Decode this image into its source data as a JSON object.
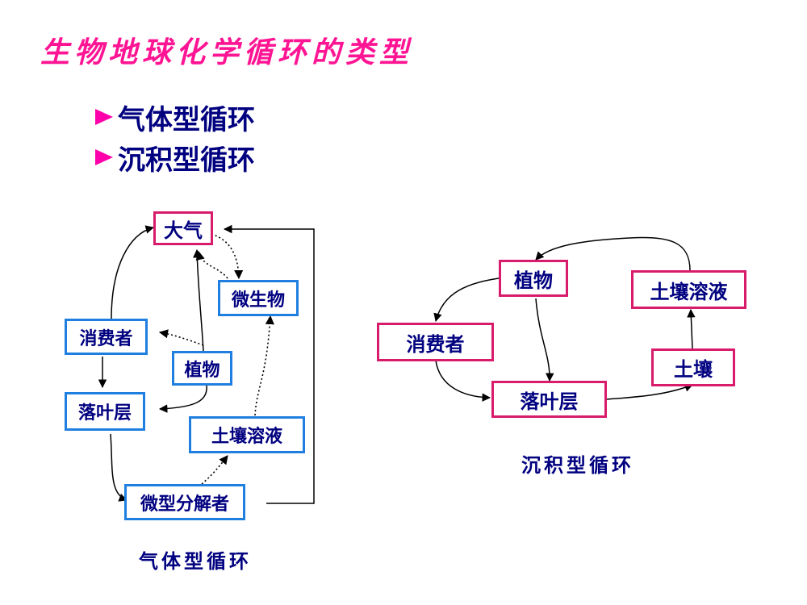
{
  "title": "生物地球化学循环的类型",
  "bullets": [
    "气体型循环",
    "沉积型循环"
  ],
  "gas_cycle": {
    "caption": "气体型循环",
    "nodes": {
      "atmosphere": "大气",
      "microbes": "微生物",
      "consumers": "消费者",
      "plants": "植物",
      "litter": "落叶层",
      "soil_solution": "土壤溶液",
      "decomposers": "微型分解者"
    }
  },
  "sedimentary_cycle": {
    "caption": "沉积型循环",
    "nodes": {
      "plants": "植物",
      "soil_solution": "土壤溶液",
      "consumers": "消费者",
      "litter": "落叶层",
      "soil": "土壤"
    }
  },
  "colors": {
    "title": "#ff1493",
    "text": "#000080",
    "gas_border": "#1f7fe0",
    "sed_border": "#d81b6b",
    "bullet_marker": "#ff00aa"
  }
}
